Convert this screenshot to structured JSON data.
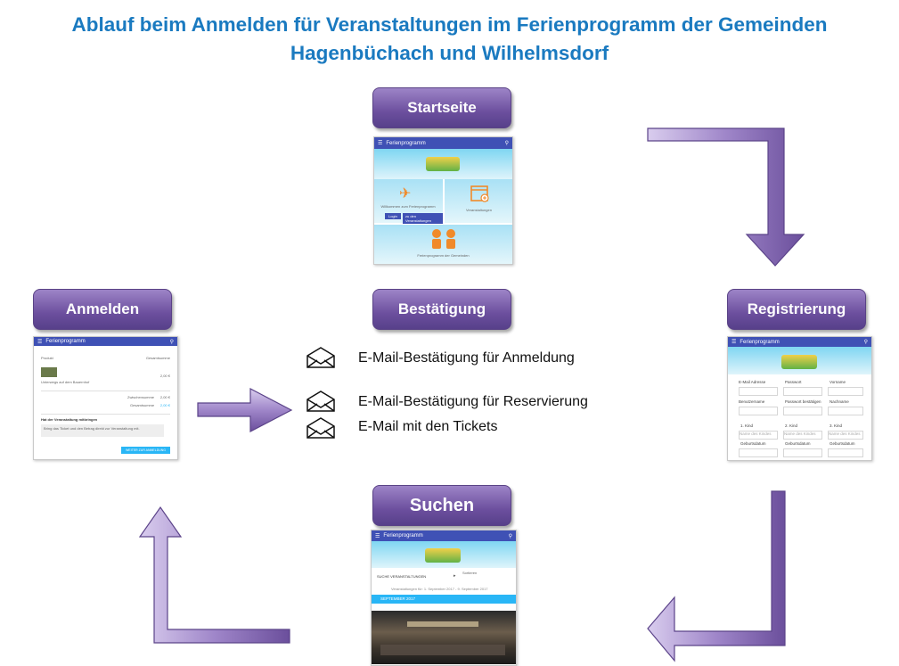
{
  "title": {
    "line1": "Ablauf beim Anmelden für Veranstaltungen im Ferienprogramm der Gemeinden",
    "line2": "Hagenbüchach und Wilhelmsdorf"
  },
  "steps": {
    "startseite": "Startseite",
    "anmelden": "Anmelden",
    "bestaetigung": "Bestätigung",
    "registrierung": "Registrierung",
    "suchen": "Suchen"
  },
  "confirmations": [
    "E-Mail-Bestätigung für Anmeldung",
    "E-Mail-Bestätigung für Reservierung",
    "E-Mail mit den Tickets"
  ],
  "app": {
    "name": "Ferienprogramm",
    "start_btn_left": "Login",
    "start_btn_right": "zu den Veranstaltungen",
    "start_text_left": "Willkommen zum Ferienprogramm",
    "start_text_right": "Veranstaltungen",
    "start_text_bottom": "Ferienprogramm der Gemeinden",
    "cart_col_product": "Produkt",
    "cart_col_price": "Gesamtsumme",
    "cart_item": "Unterwegs auf dem Bauernhof",
    "cart_price_1": "2,00 €",
    "cart_subtotal_label": "Zwischensumme",
    "cart_subtotal": "2,00 €",
    "cart_total_label": "Gesamtsumme",
    "cart_total": "2,00 €",
    "cart_note_heading": "Hat der Veranstaltung mitbringen",
    "cart_note_text": "Bring das Ticket und den Betrag direkt zur Veranstaltung mit.",
    "cart_button": "WEITER ZUR ANMELDUNG",
    "reg_fields": [
      "E-Mail Adresse",
      "Passwort",
      "Vorname",
      "Benutzername",
      "Passwort bestätigen",
      "Nachname"
    ],
    "reg_kids": [
      "1. Kind",
      "2. Kind",
      "3. Kind"
    ],
    "reg_kid_name": "Name des Kindes",
    "reg_birth": "Geburtsdatum",
    "search_label": "SUCHE VERANSTALTUNGEN",
    "search_sort": "Sortieren",
    "search_range": "Veranstaltungen für: 1. September 2017 - 9. September 2017",
    "search_month": "SEPTEMBER 2017"
  },
  "colors": {
    "title": "#1a7ac0",
    "pill_top": "#9d84c7",
    "pill_bottom": "#57408a",
    "arrow_light": "#c7b8e3",
    "arrow_dark": "#6b4f9c",
    "appbar": "#3f51b5",
    "accent_blue": "#29b6f6"
  },
  "icons": {
    "envelope": "envelope-icon",
    "arrows": [
      "arrow-down-right",
      "arrow-left-lower",
      "arrow-up-left",
      "arrow-right-center"
    ]
  }
}
